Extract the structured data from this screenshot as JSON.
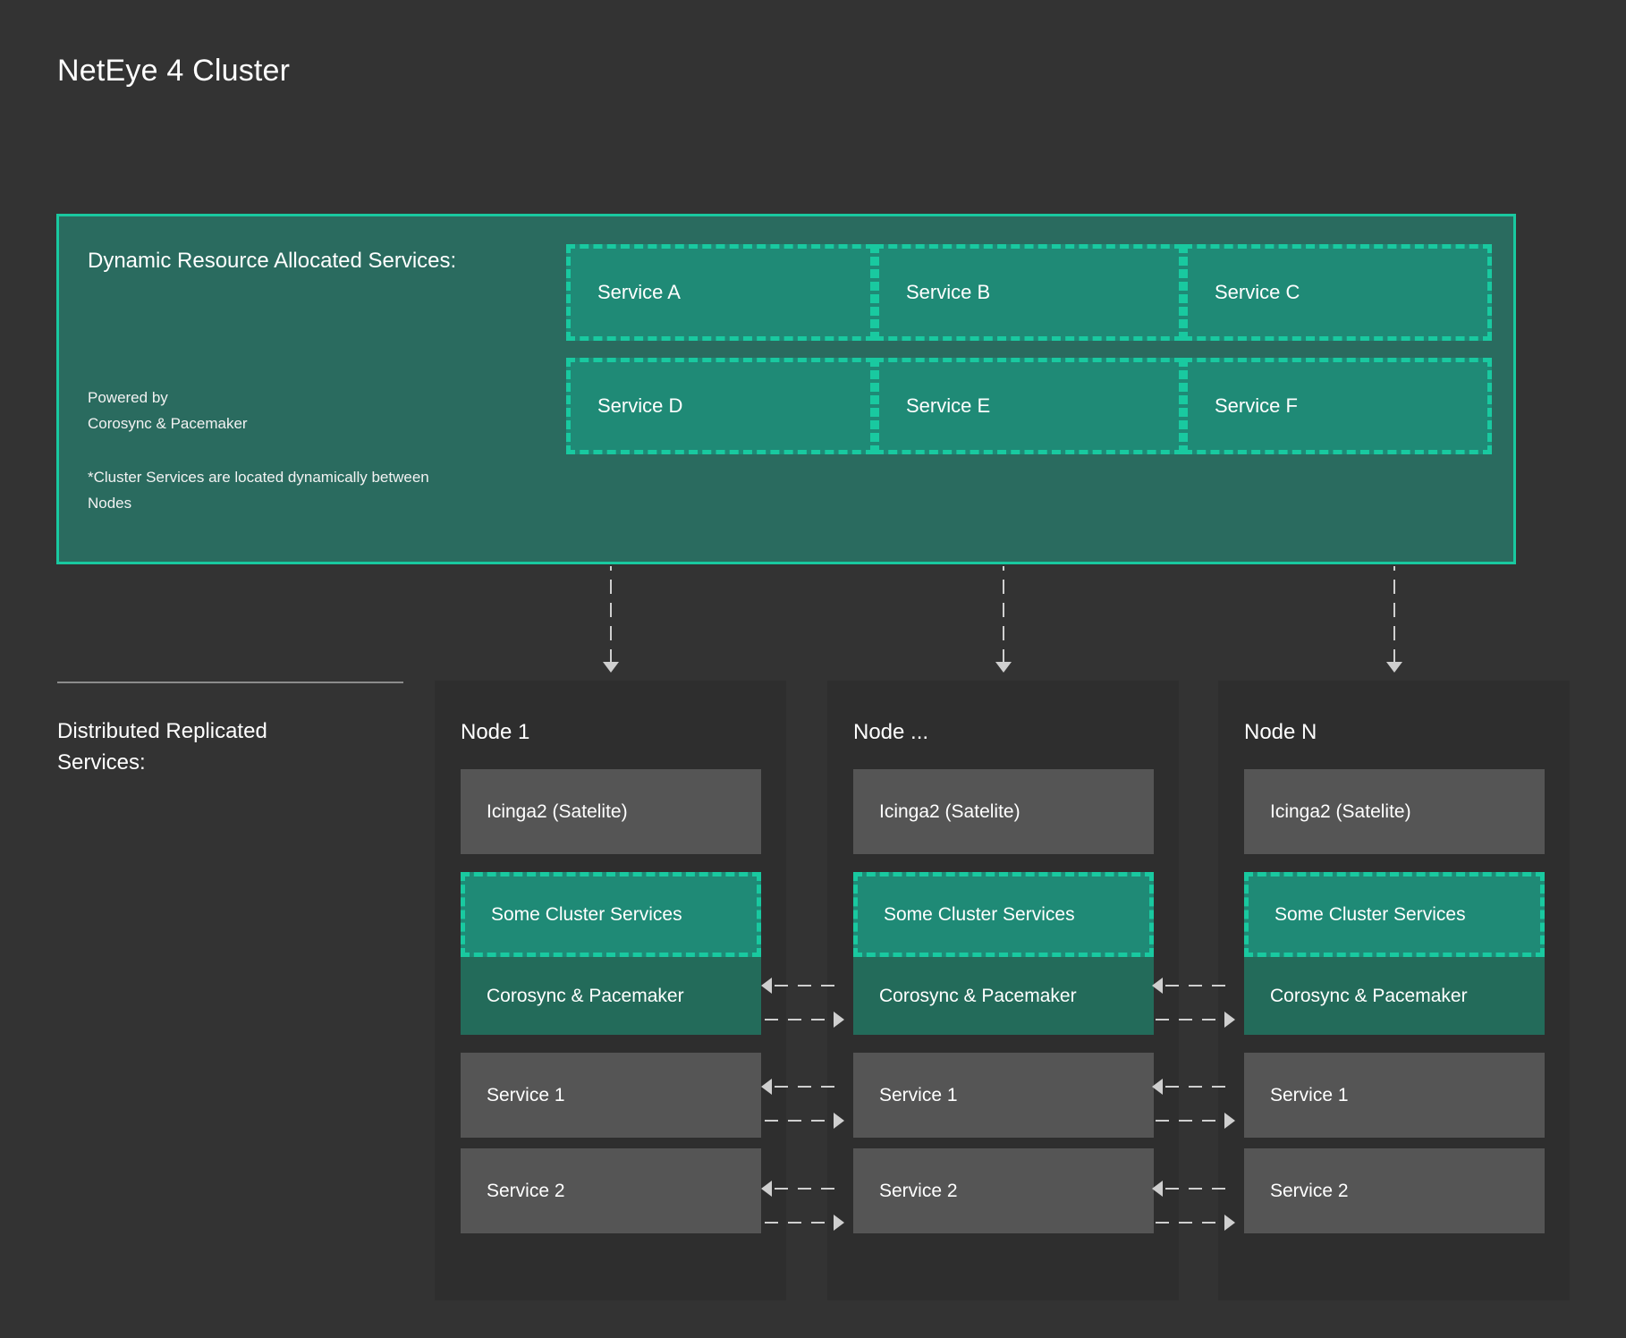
{
  "title": "NetEye 4 Cluster",
  "colors": {
    "background": "#333333",
    "panel_fill": "#2a6b5f",
    "panel_border": "#19c9a0",
    "service_fill": "#1f8a76",
    "dashed_border": "#19c9a0",
    "node_panel": "#2e2e2e",
    "grey_box": "#555555",
    "corosync_box": "#236b5a",
    "connector": "#cfcfcf",
    "divider": "#8c8c8c",
    "text": "#ffffff"
  },
  "dynamic_panel": {
    "heading": "Dynamic Resource Allocated Services:",
    "powered_by": "Powered by\nCorosync & Pacemaker",
    "note": "*Cluster Services are located dynamically between Nodes",
    "services": [
      {
        "label": "Service A"
      },
      {
        "label": "Service B"
      },
      {
        "label": "Service C"
      },
      {
        "label": "Service D"
      },
      {
        "label": "Service E"
      },
      {
        "label": "Service F"
      }
    ]
  },
  "replicated_section": {
    "caption": "Distributed Replicated Services:"
  },
  "nodes": [
    {
      "title": "Node 1",
      "boxes": [
        {
          "label": "Icinga2 (Satelite)",
          "style": "grey"
        },
        {
          "label": "Some Cluster Services",
          "style": "cluster"
        },
        {
          "label": "Corosync & Pacemaker",
          "style": "corosync"
        },
        {
          "label": "Service 1",
          "style": "grey"
        },
        {
          "label": "Service 2",
          "style": "grey"
        }
      ]
    },
    {
      "title": "Node ...",
      "boxes": [
        {
          "label": "Icinga2 (Satelite)",
          "style": "grey"
        },
        {
          "label": "Some Cluster Services",
          "style": "cluster"
        },
        {
          "label": "Corosync & Pacemaker",
          "style": "corosync"
        },
        {
          "label": "Service 1",
          "style": "grey"
        },
        {
          "label": "Service 2",
          "style": "grey"
        }
      ]
    },
    {
      "title": "Node N",
      "boxes": [
        {
          "label": "Icinga2 (Satelite)",
          "style": "grey"
        },
        {
          "label": "Some Cluster Services",
          "style": "cluster"
        },
        {
          "label": "Corosync & Pacemaker",
          "style": "corosync"
        },
        {
          "label": "Service 1",
          "style": "grey"
        },
        {
          "label": "Service 2",
          "style": "grey"
        }
      ]
    }
  ]
}
